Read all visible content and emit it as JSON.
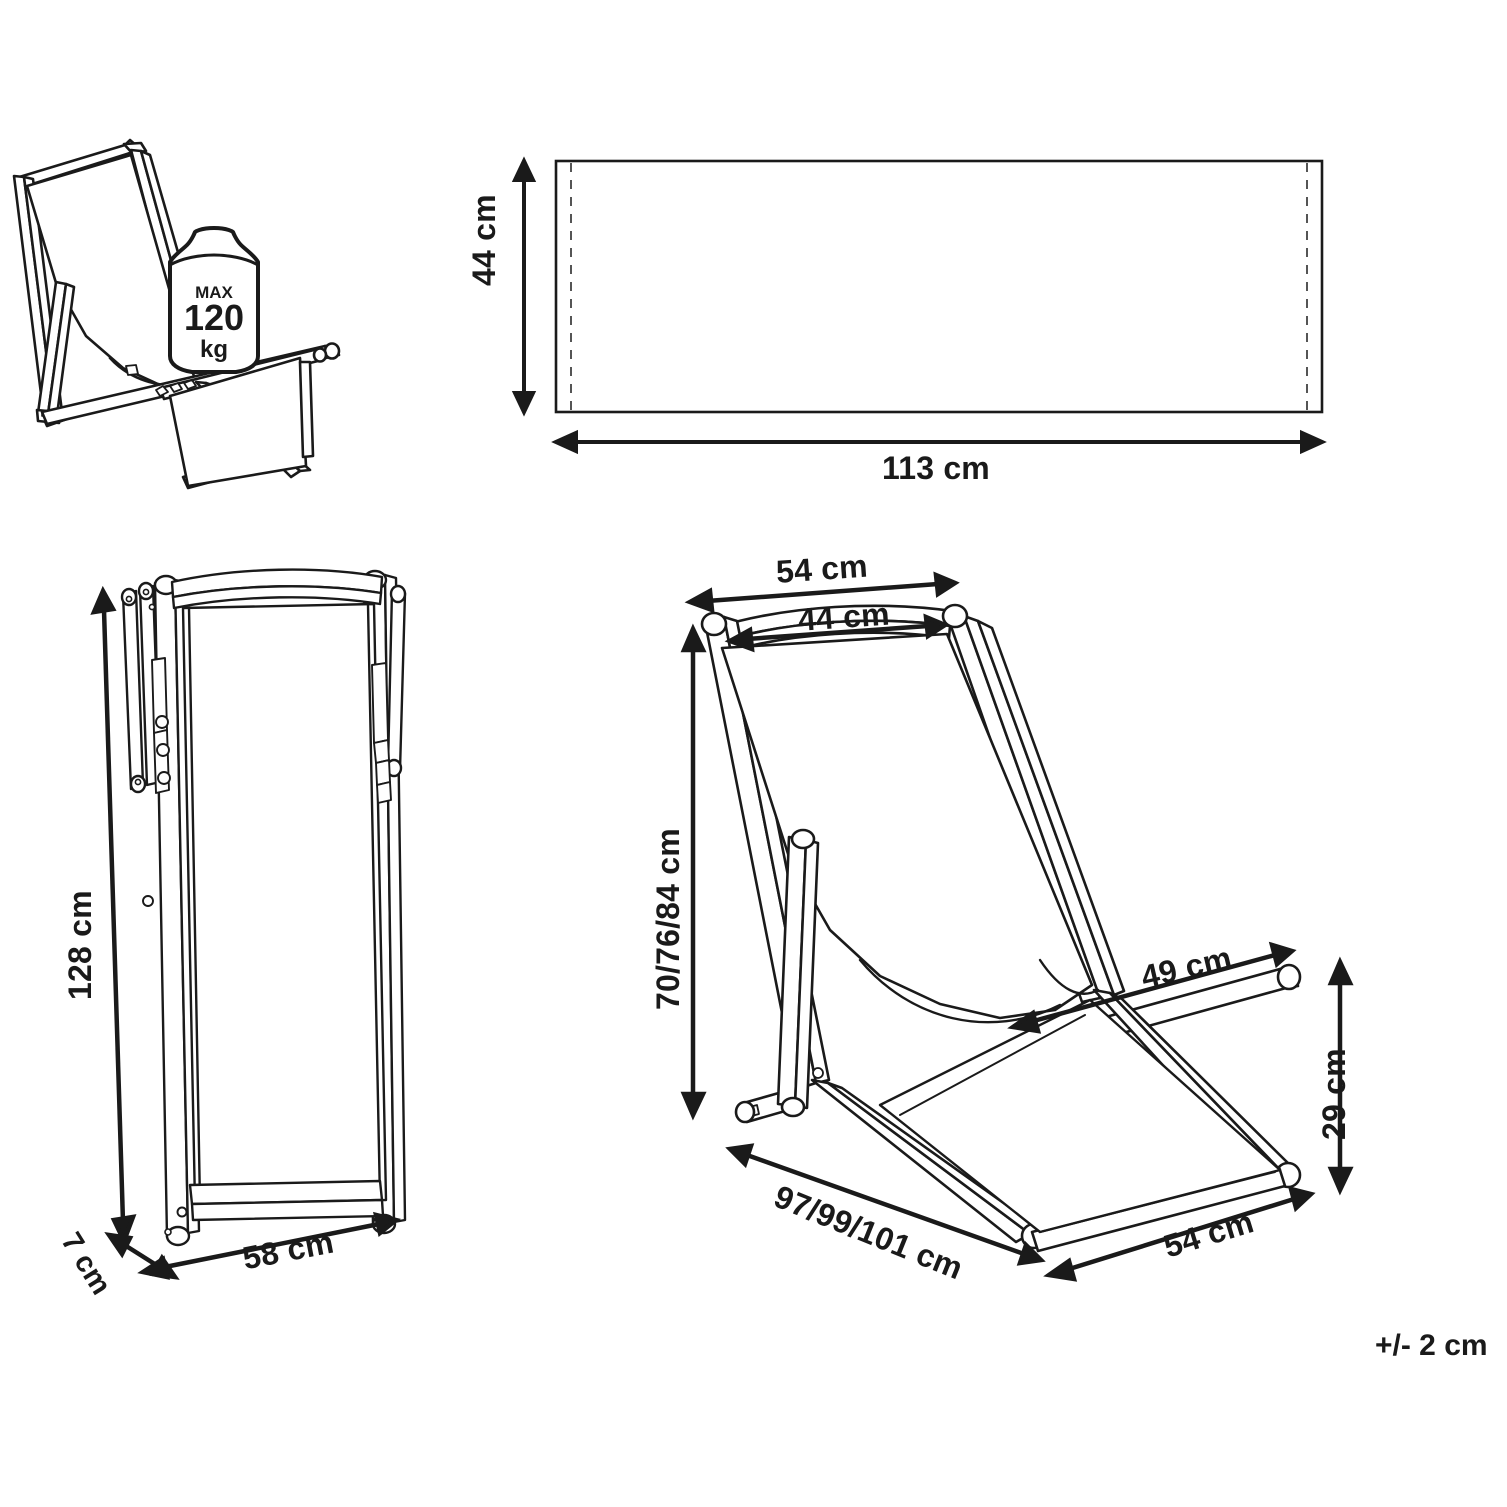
{
  "drawing": {
    "title": "Deck chair dimension drawing",
    "tolerance_note": "+/- 2 cm",
    "line_color": "#1a1a1a",
    "fill_color": "#ffffff",
    "dimension_color": "#1a1a1a"
  },
  "views": {
    "perspective_loaded": {
      "name": "deck-chair-perspective-with-load",
      "weight_badge": {
        "max_label": "MAX",
        "value": "120",
        "unit": "kg"
      }
    },
    "fabric_panel": {
      "name": "seat-fabric-panel-flat",
      "dimensions": {
        "height": "44 cm",
        "width": "113 cm"
      }
    },
    "folded_front": {
      "name": "deck-chair-folded-front",
      "dimensions": {
        "height": "128 cm",
        "width": "58 cm",
        "depth": "7 cm"
      }
    },
    "open_side": {
      "name": "deck-chair-open-side",
      "dimensions": {
        "top_width_outer": "54 cm",
        "top_width_inner": "44 cm",
        "back_height": "70/76/84 cm",
        "armrest_length": "49 cm",
        "seat_height": "29 cm",
        "overall_depth": "97/99/101 cm",
        "base_width": "54 cm"
      }
    }
  }
}
